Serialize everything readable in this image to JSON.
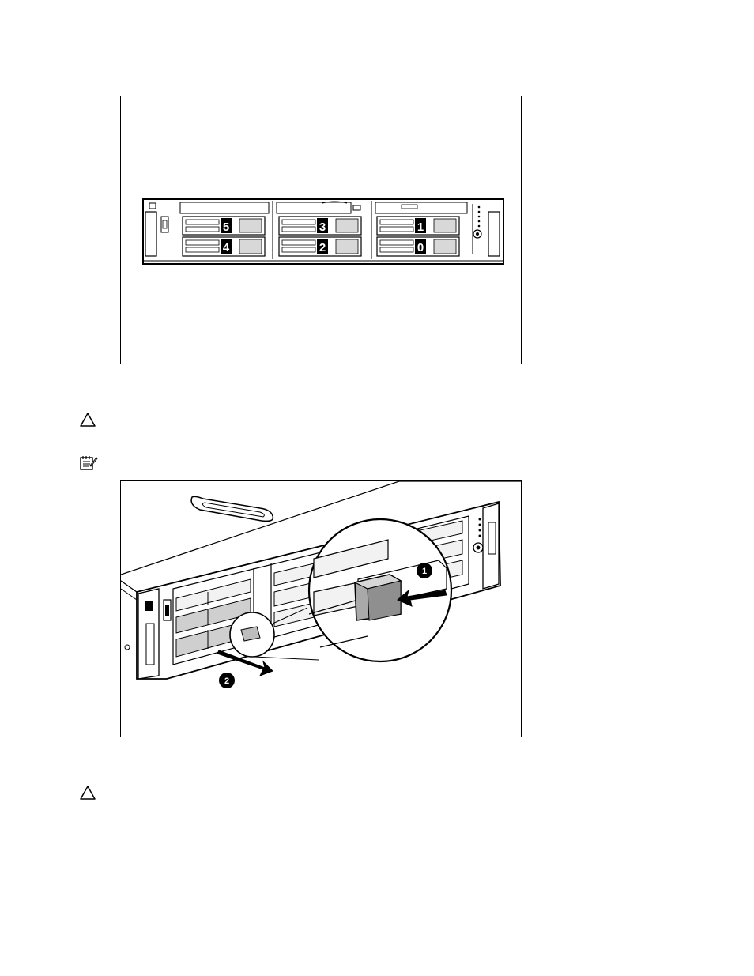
{
  "figure_front_bays": {
    "drive_bays": [
      {
        "label": "5"
      },
      {
        "label": "3"
      },
      {
        "label": "1"
      },
      {
        "label": "4"
      },
      {
        "label": "2"
      },
      {
        "label": "0"
      }
    ]
  },
  "figure_removal": {
    "callouts": [
      {
        "label": "1"
      },
      {
        "label": "2"
      }
    ]
  },
  "icons": [
    "caution-icon",
    "note-icon",
    "caution-icon"
  ]
}
